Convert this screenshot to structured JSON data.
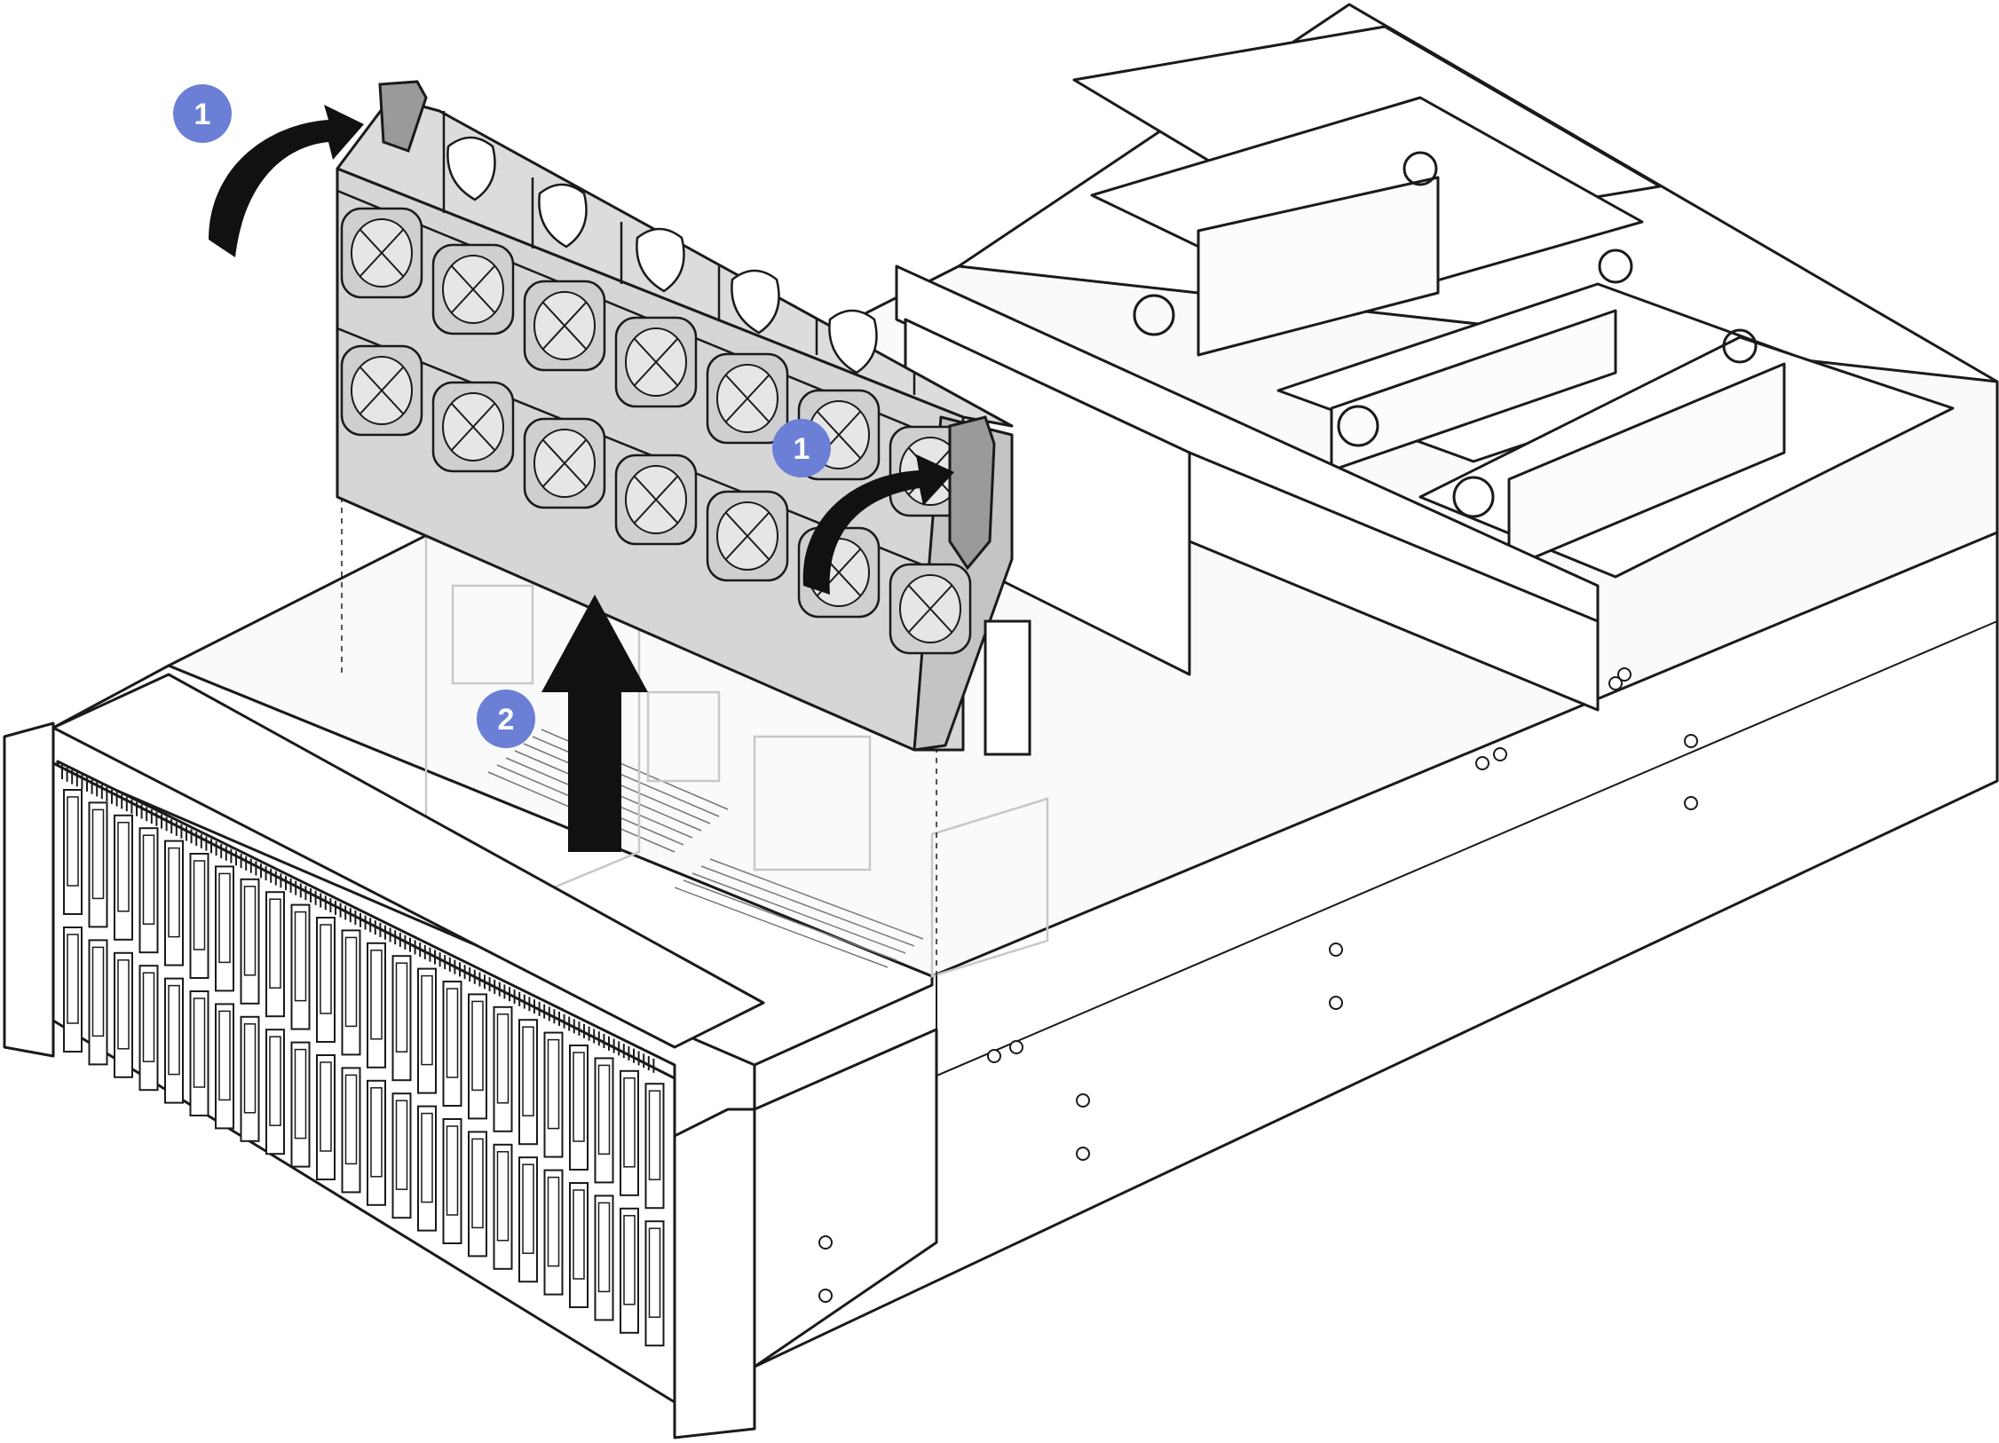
{
  "callouts": [
    {
      "id": "step-1-left",
      "label": "1"
    },
    {
      "id": "step-1-right",
      "label": "1"
    },
    {
      "id": "step-2",
      "label": "2"
    }
  ],
  "colors": {
    "callout_fill": "#6b7fd6",
    "callout_text": "#ffffff",
    "line": "#1a1a1a",
    "fan_cage_fill": "#d8d8d8",
    "fan_cage_dark": "#bdbdbd",
    "latch_fill": "#9a9a9a",
    "chassis_fill": "#ffffff",
    "shadow": "#f2f2f2",
    "arrow": "#111111"
  }
}
